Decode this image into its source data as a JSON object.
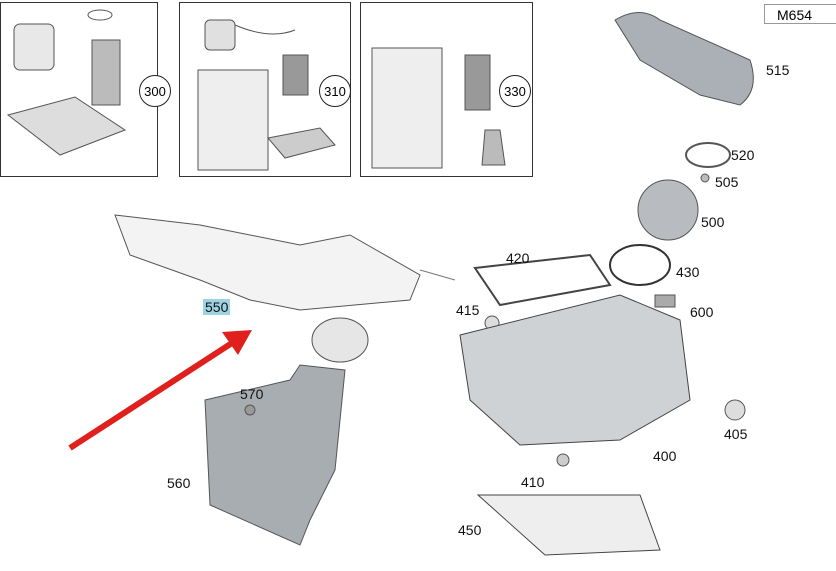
{
  "engine_code": "M654",
  "insets": [
    {
      "ref": "300"
    },
    {
      "ref": "310"
    },
    {
      "ref": "330"
    }
  ],
  "parts": {
    "p515": "515",
    "p520": "520",
    "p505": "505",
    "p500": "500",
    "p430": "430",
    "p600": "600",
    "p420": "420",
    "p415": "415",
    "p550": "550",
    "p570": "570",
    "p560": "560",
    "p405": "405",
    "p400": "400",
    "p410": "410",
    "p450": "450"
  },
  "colors": {
    "highlight": "#9fd3e3",
    "arrow": "#e0201c"
  }
}
